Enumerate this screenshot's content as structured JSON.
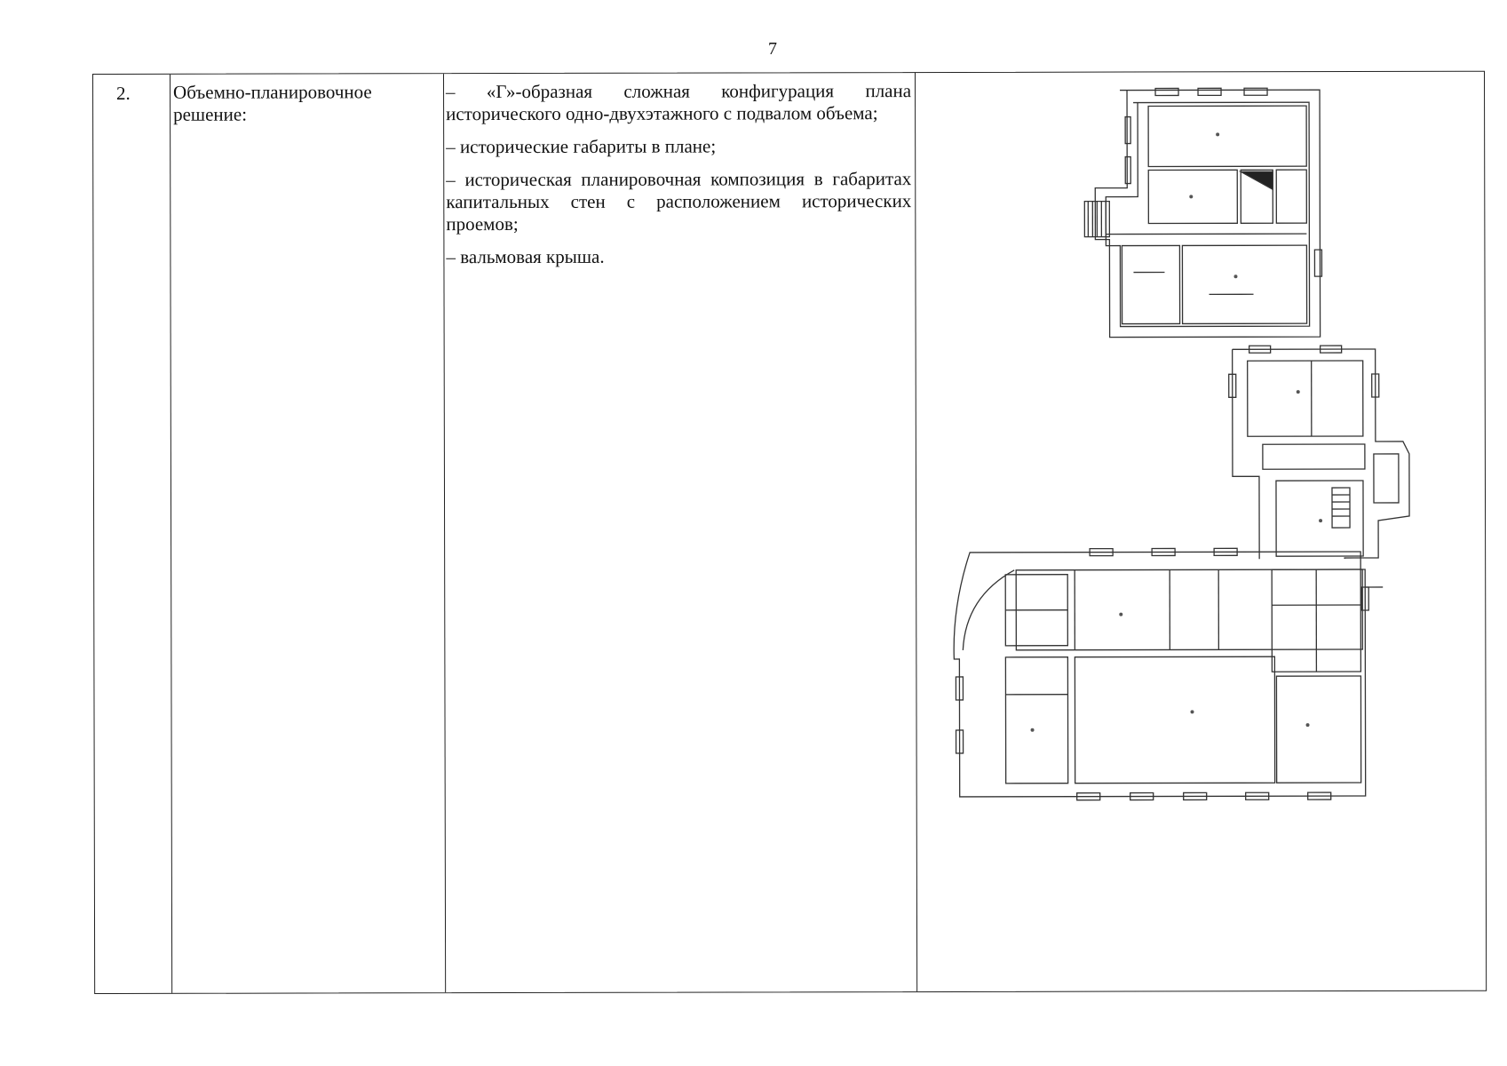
{
  "page_number": "7",
  "row": {
    "number": "2.",
    "label": "Объемно-планировочное решение:",
    "items": [
      "– «Г»-образная сложная конфигурация плана исторического одно-двухэтажного с подвалом объема;",
      "– исторические габариты в плане;",
      "– историческая планировочная композиция в габаритах капитальных стен с расположением исторических проемов;",
      "– вальмовая крыша."
    ]
  }
}
